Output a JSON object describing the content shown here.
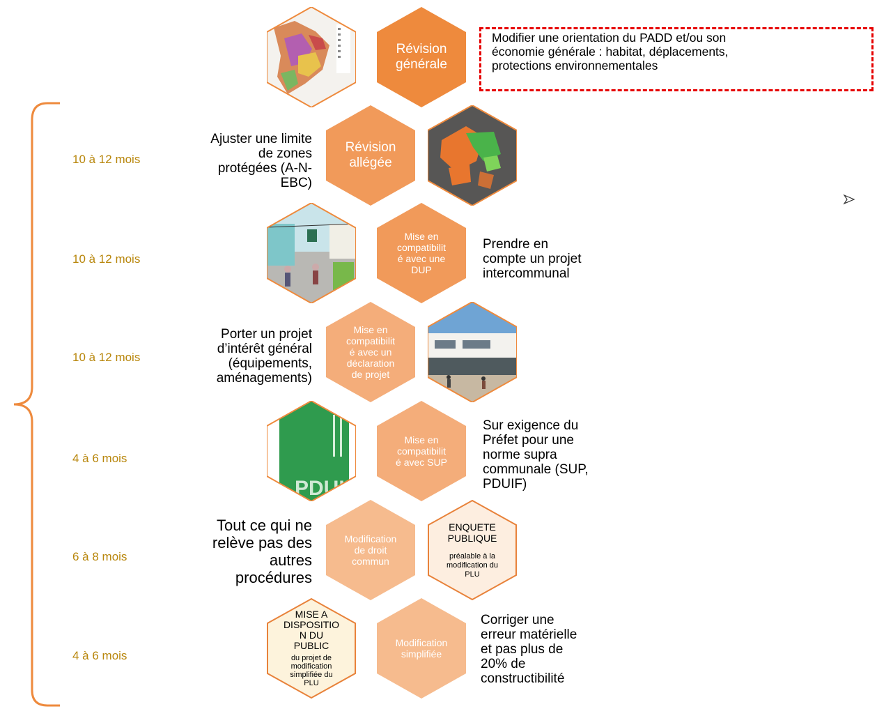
{
  "colors": {
    "hex_dark": "#ee8a3d",
    "hex_mid": "#f19a5a",
    "hex_light": "#f4ad7a",
    "hex_lighter": "#f6bb8e",
    "hex_cream": "#fdeee0",
    "hex_pale_yellow": "#fdf3dc",
    "outline": "#e8823a",
    "duration_text": "#b8860b",
    "dashed_box": "#e60000"
  },
  "rows": [
    {
      "procedure": "Révision générale",
      "description": "Modifier une orientation du PADD et/ou son économie générale : habitat, déplacements, protections environnementales",
      "image": "zoning-map-image"
    },
    {
      "procedure": "Révision allégée",
      "description_lines": [
        "Ajuster une limite",
        "de zones",
        "protégées (A-N-",
        "EBC)"
      ],
      "duration": "10 à 12 mois",
      "image": "aerial-photo-image"
    },
    {
      "procedure_lines": [
        "Mise en",
        "compatibilit",
        "é avec une",
        "DUP"
      ],
      "description_lines": [
        "Prendre en",
        "compte un projet",
        "intercommunal"
      ],
      "duration": "10 à 12 mois",
      "image": "cable-car-image"
    },
    {
      "procedure_lines": [
        "Mise en",
        "compatibilit",
        "é avec un",
        "déclaration",
        "de projet"
      ],
      "description_lines": [
        "Porter un projet",
        "d’intérêt général",
        "(équipements,",
        "aménagements)"
      ],
      "duration": "10 à 12 mois",
      "image": "building-photo-image"
    },
    {
      "procedure_lines": [
        "Mise en",
        "compatibilit",
        "é avec SUP"
      ],
      "description_lines": [
        "Sur exigence du",
        "Préfet pour une",
        "norme supra",
        "communale (SUP,",
        "PDUIF)"
      ],
      "duration": "4 à 6 mois",
      "image": "pduif-cover-image"
    },
    {
      "procedure_lines": [
        "Modification",
        "de droit",
        "commun"
      ],
      "description_lines": [
        "Tout ce qui ne",
        "relève pas des",
        "autres",
        "procédures"
      ],
      "duration": "6 à 8 mois",
      "side_hex": {
        "title_lines": [
          "ENQUETE",
          "PUBLIQUE"
        ],
        "sub_lines": [
          "préalable à la",
          "modification du",
          "PLU"
        ]
      }
    },
    {
      "procedure_lines": [
        "Modification",
        "simplifiée"
      ],
      "description_lines": [
        "Corriger une",
        "erreur matérielle",
        "et pas plus de",
        "20% de",
        "constructibilité"
      ],
      "duration": "4 à 6 mois",
      "side_hex": {
        "title_lines": [
          "MISE A",
          "DISPOSITIO",
          "N DU",
          "PUBLIC"
        ],
        "sub_lines": [
          "du projet de",
          "modification",
          "simplifiée du",
          "PLU"
        ]
      }
    }
  ],
  "bullet_icon": "arrow-bullet-icon"
}
